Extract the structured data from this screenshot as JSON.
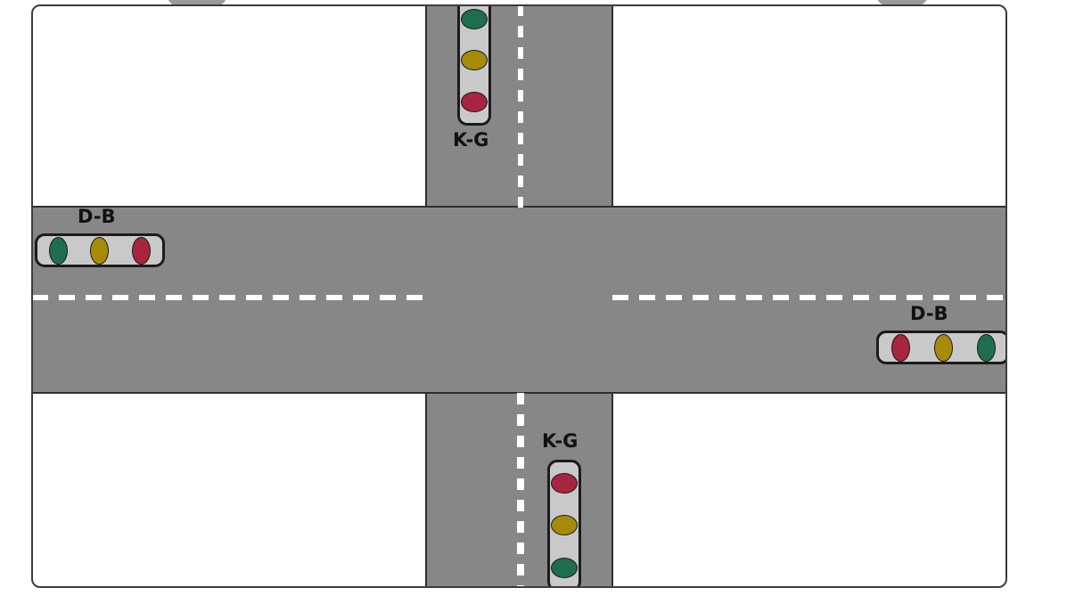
{
  "scene": {
    "kind": "traffic-intersection-simulation",
    "background_color": "#ffffff",
    "road_color": "#878787",
    "road_edge_color": "#2f2f32",
    "lane_marking_color": "#ffffff",
    "frame_border_color": "#3b3b41"
  },
  "lamp_colors": {
    "green": "#1f6d4f",
    "yellow": "#a68a0a",
    "red": "#a8253f",
    "housing_fill": "#c9c9c9",
    "housing_border": "#1b1b1b"
  },
  "roads": {
    "vertical": {
      "name": "north-south-road",
      "lane_divider": "dashed-white"
    },
    "horizontal": {
      "name": "east-west-road",
      "lane_divider": "dashed-white"
    }
  },
  "signals": [
    {
      "id": "signal-north",
      "label": "K-G",
      "orientation": "vertical",
      "label_position": "below",
      "lamps": [
        {
          "name": "green-lamp",
          "color": "#1f6d4f",
          "state": "green"
        },
        {
          "name": "yellow-lamp",
          "color": "#a68a0a",
          "state": "yellow"
        },
        {
          "name": "red-lamp",
          "color": "#a8253f",
          "state": "red"
        }
      ]
    },
    {
      "id": "signal-west",
      "label": "D-B",
      "orientation": "horizontal",
      "label_position": "above",
      "lamps": [
        {
          "name": "green-lamp",
          "color": "#1f6d4f",
          "state": "green"
        },
        {
          "name": "yellow-lamp",
          "color": "#a68a0a",
          "state": "yellow"
        },
        {
          "name": "red-lamp",
          "color": "#a8253f",
          "state": "red"
        }
      ]
    },
    {
      "id": "signal-east",
      "label": "D-B",
      "orientation": "horizontal",
      "label_position": "above",
      "lamps": [
        {
          "name": "red-lamp",
          "color": "#a8253f",
          "state": "red"
        },
        {
          "name": "yellow-lamp",
          "color": "#a68a0a",
          "state": "yellow"
        },
        {
          "name": "green-lamp",
          "color": "#1f6d4f",
          "state": "green"
        }
      ]
    },
    {
      "id": "signal-south",
      "label": "K-G",
      "orientation": "vertical",
      "label_position": "above",
      "lamps": [
        {
          "name": "red-lamp",
          "color": "#a8253f",
          "state": "red"
        },
        {
          "name": "yellow-lamp",
          "color": "#a68a0a",
          "state": "yellow"
        },
        {
          "name": "green-lamp",
          "color": "#1f6d4f",
          "state": "green"
        }
      ]
    }
  ],
  "offscreen_markers": [
    {
      "name": "peek-circle-left",
      "color": "#9a9a9a"
    },
    {
      "name": "peek-circle-right",
      "color": "#9a9a9a"
    }
  ]
}
